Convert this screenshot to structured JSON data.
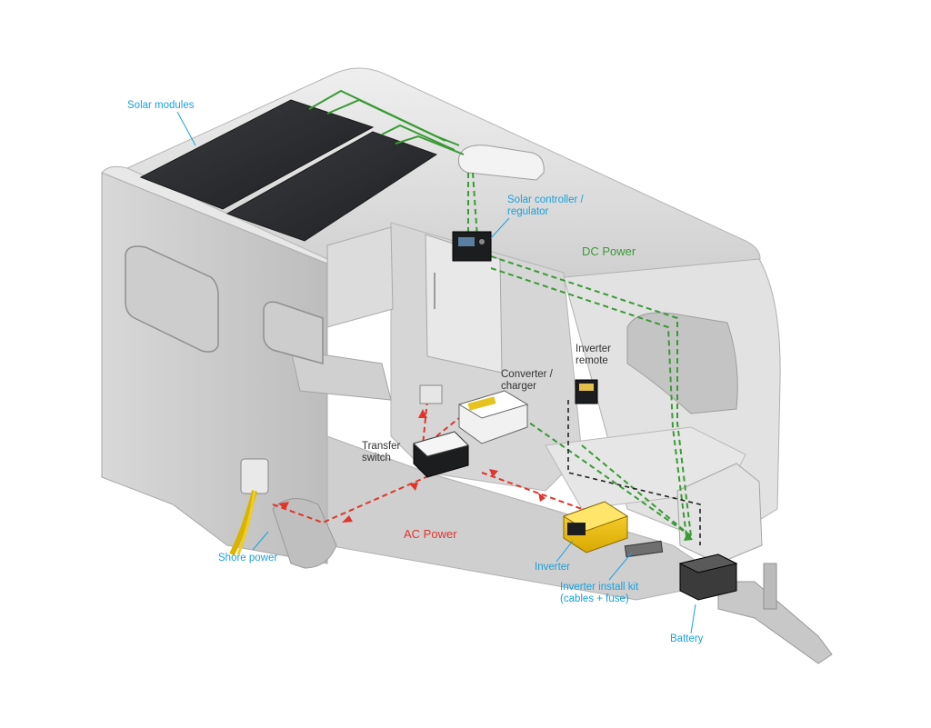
{
  "labels": {
    "solar_modules": "Solar modules",
    "solar_controller_line1": "Solar controller /",
    "solar_controller_line2": "regulator",
    "dc_power": "DC Power",
    "inverter_remote_line1": "Inverter",
    "inverter_remote_line2": "remote",
    "converter_line1": "Converter /",
    "converter_line2": "charger",
    "transfer_line1": "Transfer",
    "transfer_line2": "switch",
    "ac_power": "AC Power",
    "shore_power": "Shore power",
    "inverter": "Inverter",
    "install_kit_line1": "Inverter install kit",
    "install_kit_line2": "(cables + fuse)",
    "battery": "Battery"
  },
  "colors": {
    "label_blue": "#1aa0dc",
    "label_dark": "#333333",
    "dc_green": "#3a9a35",
    "ac_red": "#e0352b",
    "body_light": "#e4e4e4",
    "body_mid": "#c9c9c9",
    "body_dark": "#9a9a9a",
    "solar_panel": "#2b2d30",
    "inverter_yellow": "#f2c200"
  },
  "icons": [
    "caravan-cutaway",
    "solar-panel-icon",
    "plug-icon",
    "battery-icon",
    "inverter-icon"
  ]
}
